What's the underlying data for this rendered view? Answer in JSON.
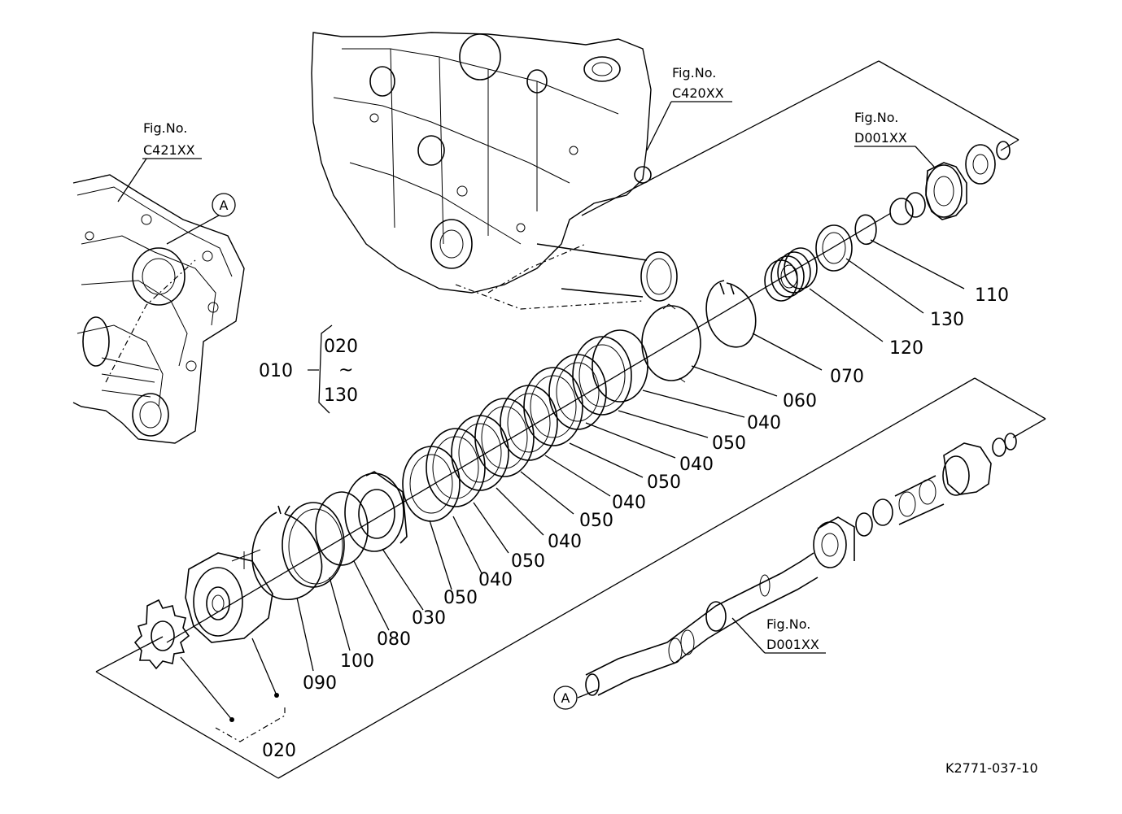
{
  "fig_refs": {
    "c421": {
      "head": "Fig.No.",
      "code": "C421XX"
    },
    "c420": {
      "head": "Fig.No.",
      "code": "C420XX"
    },
    "d001_top": {
      "head": "Fig.No.",
      "code": "D001XX"
    },
    "d001_bottom": {
      "head": "Fig.No.",
      "code": "D001XX"
    }
  },
  "ref_marker": "A",
  "assembly": {
    "code": "010",
    "from": "020",
    "tilde": "~",
    "to": "130"
  },
  "part_labels": [
    {
      "id": "110",
      "text": "110"
    },
    {
      "id": "130",
      "text": "130"
    },
    {
      "id": "120",
      "text": "120"
    },
    {
      "id": "070",
      "text": "070"
    },
    {
      "id": "060",
      "text": "060"
    },
    {
      "id": "040a",
      "text": "040"
    },
    {
      "id": "050a",
      "text": "050"
    },
    {
      "id": "040b",
      "text": "040"
    },
    {
      "id": "050b",
      "text": "050"
    },
    {
      "id": "040c",
      "text": "040"
    },
    {
      "id": "050c",
      "text": "050"
    },
    {
      "id": "040d",
      "text": "040"
    },
    {
      "id": "050d",
      "text": "050"
    },
    {
      "id": "040e",
      "text": "040"
    },
    {
      "id": "050e",
      "text": "050"
    },
    {
      "id": "030",
      "text": "030"
    },
    {
      "id": "080",
      "text": "080"
    },
    {
      "id": "100",
      "text": "100"
    },
    {
      "id": "090",
      "text": "090"
    },
    {
      "id": "020",
      "text": "020"
    }
  ],
  "drawing_code": "K2771-037-10"
}
